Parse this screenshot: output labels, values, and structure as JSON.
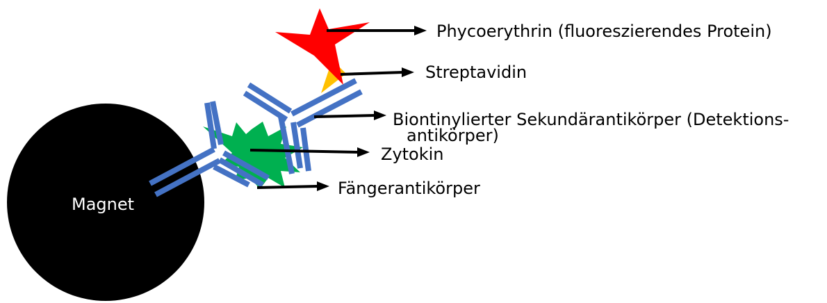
{
  "labels": {
    "magnet": "Magnet",
    "phycoerythrin": "Phycoerythrin (fluoreszierendes Protein)",
    "streptavidin": "Streptavidin",
    "secondary_antibody_line1": "Biontinylierter Sekundärantikörper (Detektions-",
    "secondary_antibody_line2": "antikörper)",
    "cytokine": "Zytokin",
    "capture_antibody": "Fängerantikörper"
  },
  "colors": {
    "magnet": "#000000",
    "antibody": "#4472c4",
    "cytokine": "#00b050",
    "streptavidin": "#ffc000",
    "phycoerythrin": "#ff0000",
    "arrow": "#000000"
  }
}
